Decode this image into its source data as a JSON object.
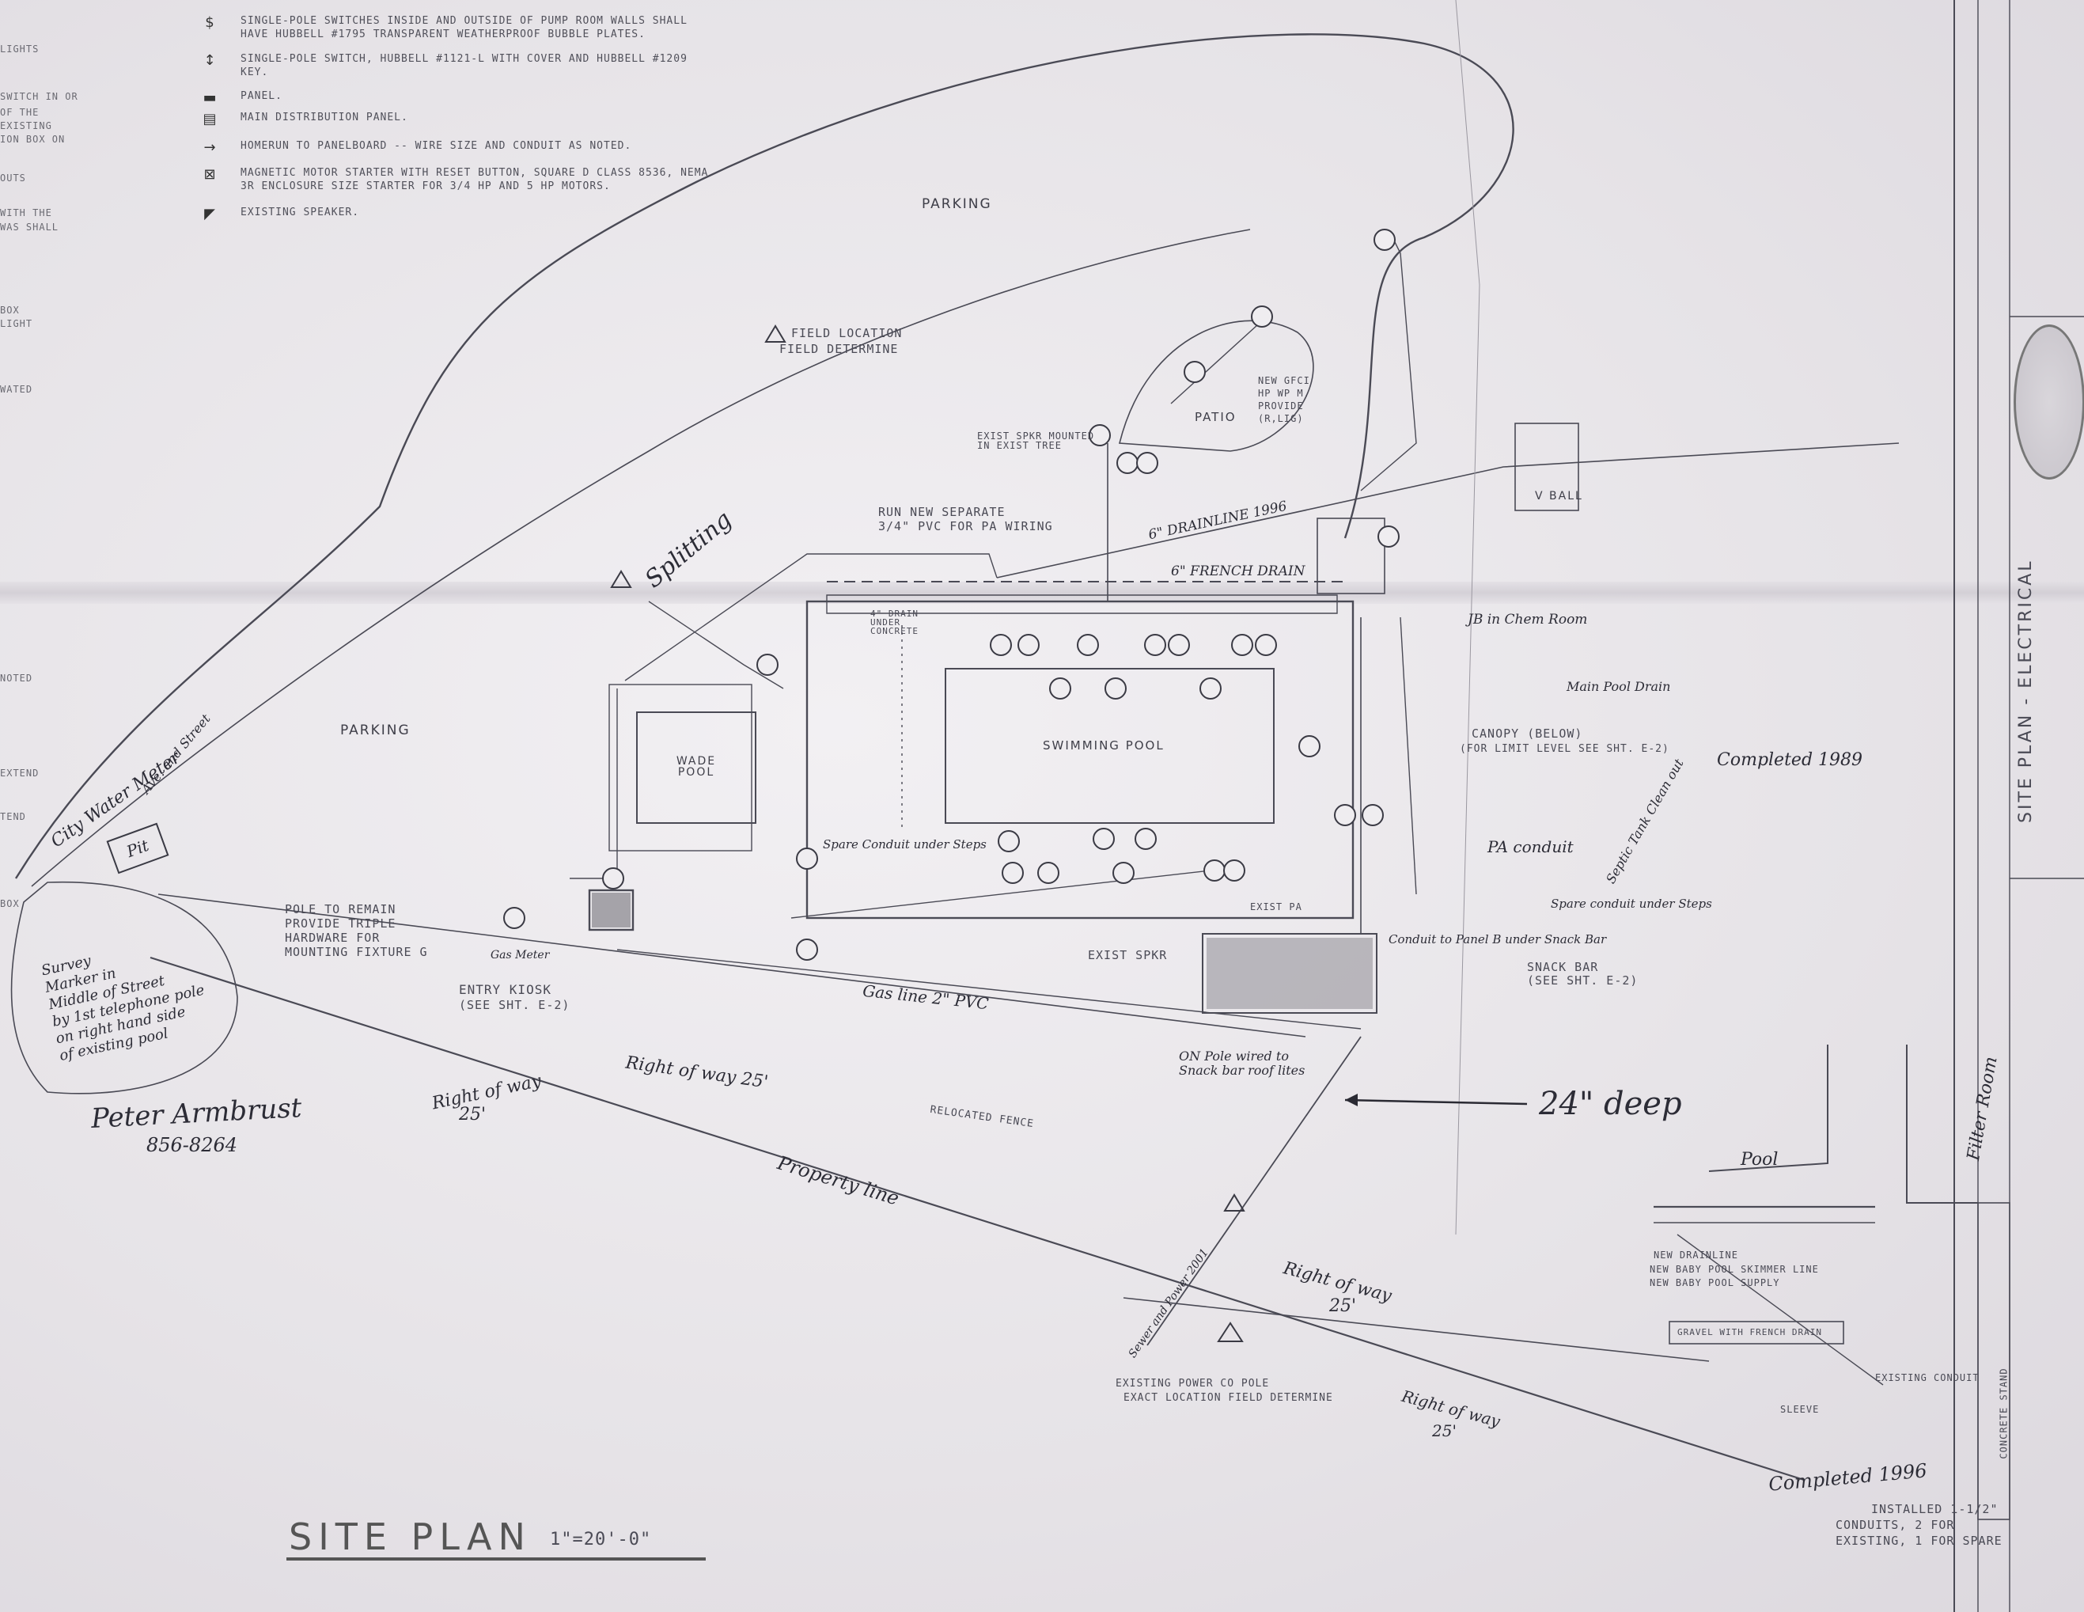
{
  "legend": [
    {
      "icon": "switch-icon",
      "symbol": "$",
      "text": "SINGLE-POLE SWITCHES INSIDE AND OUTSIDE OF PUMP ROOM WALLS SHALL HAVE HUBBELL #1795 TRANSPARENT WEATHERPROOF BUBBLE PLATES."
    },
    {
      "icon": "key-switch-icon",
      "symbol": "↕",
      "text": "SINGLE-POLE SWITCH, HUBBELL #1121-L WITH COVER AND HUBBELL #1209 KEY."
    },
    {
      "icon": "panel-icon",
      "symbol": "▬",
      "text": "PANEL."
    },
    {
      "icon": "main-panel-icon",
      "symbol": "▤",
      "text": "MAIN DISTRIBUTION PANEL."
    },
    {
      "icon": "homerun-icon",
      "symbol": "→",
      "text": "HOMERUN TO PANELBOARD -- WIRE SIZE AND CONDUIT AS NOTED."
    },
    {
      "icon": "motor-starter-icon",
      "symbol": "⊠",
      "text": "MAGNETIC MOTOR STARTER WITH RESET BUTTON, SQUARE D CLASS 8536, NEMA 3R ENCLOSURE SIZE STARTER FOR 3/4 HP AND 5 HP MOTORS."
    },
    {
      "icon": "speaker-icon",
      "symbol": "◤",
      "text": "EXISTING SPEAKER."
    }
  ],
  "edge_notes": [
    "LIGHTS",
    "SWITCH IN OR",
    "OF THE",
    "EXISTING",
    "ION BOX ON",
    "OUTS",
    "WITH THE",
    "WAS SHALL",
    "BOX",
    "LIGHT",
    "WATED",
    "NOTED",
    "EXTEND",
    "TEND",
    "BOX"
  ],
  "labels": {
    "parking_top": "PARKING",
    "parking_left": "PARKING",
    "patio": "PATIO",
    "swimming_pool": "SWIMMING POOL",
    "wade_pool": "WADE POOL",
    "v_ball": "V BALL",
    "pole_remain": "POLE TO REMAIN",
    "pole_remain_2": "PROVIDE TRIPLE",
    "pole_remain_3": "HARDWARE FOR",
    "pole_remain_4": "MOUNTING FIXTURE G",
    "entry_kiosk": "ENTRY KIOSK",
    "entry_kiosk_ref": "(SEE SHT. E-2)",
    "snack_bar": "SNACK BAR",
    "snack_bar_ref": "(SEE SHT. E-2)",
    "canopy": "CANOPY (BELOW)",
    "canopy_ref": "(FOR LIMIT LEVEL SEE SHT. E-2)",
    "field_location": "FIELD LOCATION",
    "field_determine": "FIELD DETERMINE",
    "french_drain": "6\" FRENCH DRAIN",
    "drainline": "6\" DRAINLINE 1996",
    "exist_spkr": "EXIST SPKR",
    "exist_pa": "EXIST PA",
    "relocated_fence": "RELOCATED FENCE",
    "existing_power_pole": "EXISTING POWER CO POLE",
    "exact_location": "EXACT LOCATION FIELD DETERMINE",
    "pool": "Pool",
    "filter_room": "Filter Room",
    "existing_conduit": "EXISTING CONDUIT",
    "gravel": "GRAVEL WITH FRENCH DRAIN",
    "sleeve": "SLEEVE",
    "concrete": "CONCRETE STAND"
  },
  "handwritten": {
    "city_water_meter": "City Water Meter",
    "ave_st": "Ave. and Street",
    "pit": "Pit",
    "survey_marker": "Survey\nMarker in\nMiddle of Street\nby 1st telephone pole\non right hand side\nof existing pool",
    "peter_name": "Peter Armbrust",
    "peter_phone": "856-8264",
    "property_line": "Property line",
    "row_left": "Right of way",
    "row_left_val": "25'",
    "row_center": "Right of way 25'",
    "row_lower": "Right of way",
    "row_lower_val": "25'",
    "row_right": "Right of way",
    "row_right_val": "25'",
    "gas_line": "Gas line 2\" PVC",
    "deep": "24\" deep",
    "completed_1989": "Completed 1989",
    "completed_1996": "Completed 1996",
    "installed": "INSTALLED 1-1/2\"",
    "installed_2": "CONDUITS, 2 FOR",
    "installed_3": "EXISTING, 1 FOR SPARE",
    "pa_conduit": "PA conduit",
    "spare_conduit": "Spare Conduit under Steps",
    "spare_conduit_right": "Spare conduit under Steps",
    "conduit_panel": "Conduit to Panel B under Snack Bar",
    "jb_chem": "JB in Chem Room",
    "main_pool_drain": "Main Pool Drain",
    "septic": "Septic Tank Clean out",
    "splitting": "Splitting",
    "on_pole": "ON Pole wired to",
    "snack_lites": "Snack bar roof lites",
    "gas_meter": "Gas Meter",
    "new_baby_pool": "NEW BABY POOL SUPPLY",
    "new_baby_skimmer": "NEW BABY POOL SKIMMER LINE",
    "new_drain": "NEW DRAINLINE",
    "run_new": "RUN NEW SEPARATE",
    "run_new_2": "3/4\" PVC FOR PA WIRING",
    "exist_spkr_tree": "EXIST SPKR MOUNTED IN EXIST TREE",
    "new_gfci": "NEW GFCI",
    "new_gfci_2": "HP WP M.",
    "new_gfci_3": "PROVIDE",
    "new_gfci_4": "(R,LIG)",
    "drain_under": "4\" DRAIN UNDER CONCRETE",
    "sewer_line": "Sewer and Power 2001"
  },
  "title_block": {
    "sheet_title": "SITE PLAN - ELECTRICAL",
    "scale_title": "SITE PLAN",
    "scale": "1\"=20'-0\""
  }
}
